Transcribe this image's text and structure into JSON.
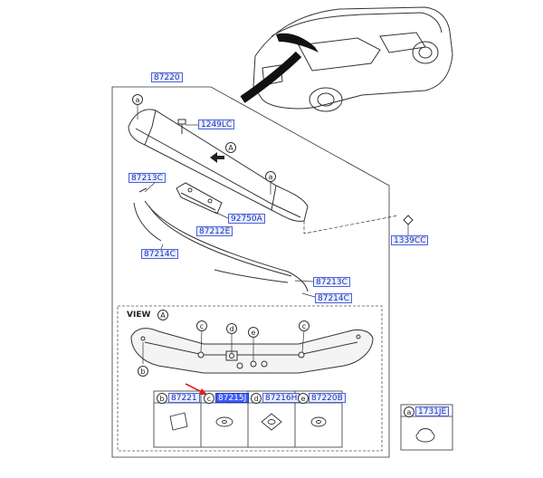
{
  "parts": {
    "p87220": "87220",
    "p1249lc": "1249LC",
    "p87213c_a": "87213C",
    "p92750a": "92750A",
    "p87212e": "87212E",
    "p87214c_a": "87214C",
    "p87213c_b": "87213C",
    "p87214c_b": "87214C",
    "p1339cc": "1339CC",
    "p87221": "87221",
    "p87215j": "87215J",
    "p87216h": "87216H",
    "p87220b": "87220B",
    "p1731je": "1731JE"
  },
  "markers": {
    "a": "a",
    "b": "b",
    "c": "c",
    "d": "d",
    "e": "e",
    "A": "A"
  },
  "view_label": "VIEW",
  "highlight_color": "#3f5bff",
  "arrow_color": "#e02020"
}
